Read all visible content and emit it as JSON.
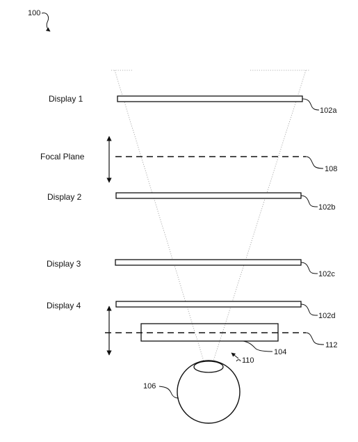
{
  "figure_ref": "100",
  "displays": [
    {
      "label": "Display 1",
      "ref": "102a"
    },
    {
      "label": "Display 2",
      "ref": "102b"
    },
    {
      "label": "Display 3",
      "ref": "102c"
    },
    {
      "label": "Display 4",
      "ref": "102d"
    }
  ],
  "focal_plane": {
    "label": "Focal Plane",
    "ref": "108"
  },
  "optic": {
    "ref": "104"
  },
  "second_plane": {
    "ref": "112"
  },
  "eye": {
    "ref": "106"
  },
  "pupil": {
    "ref": "110"
  }
}
